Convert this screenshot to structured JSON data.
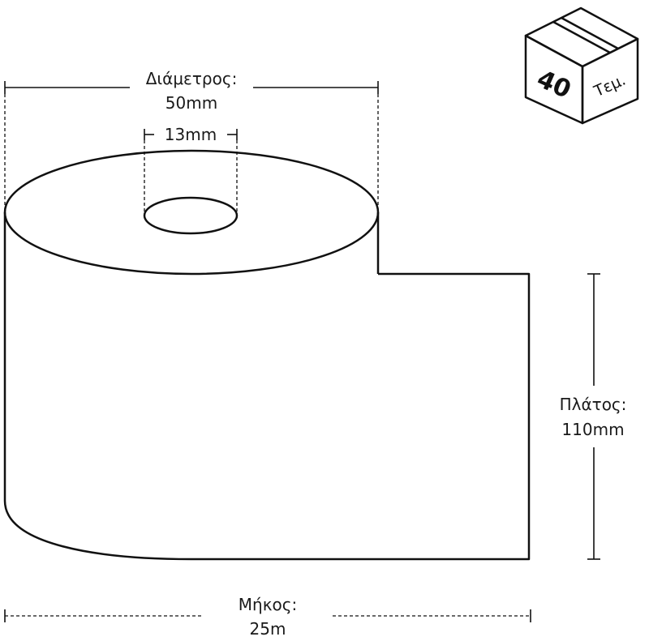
{
  "diameter": {
    "label": "Διάμετρος:",
    "value": "50mm"
  },
  "core": {
    "value": "13mm"
  },
  "width": {
    "label": "Πλάτος:",
    "value": "110mm"
  },
  "length": {
    "label": "Μήκος:",
    "value": "25m"
  },
  "package": {
    "count": "40",
    "unit": "Τεμ."
  },
  "colors": {
    "line": "#111111",
    "background": "#ffffff"
  }
}
